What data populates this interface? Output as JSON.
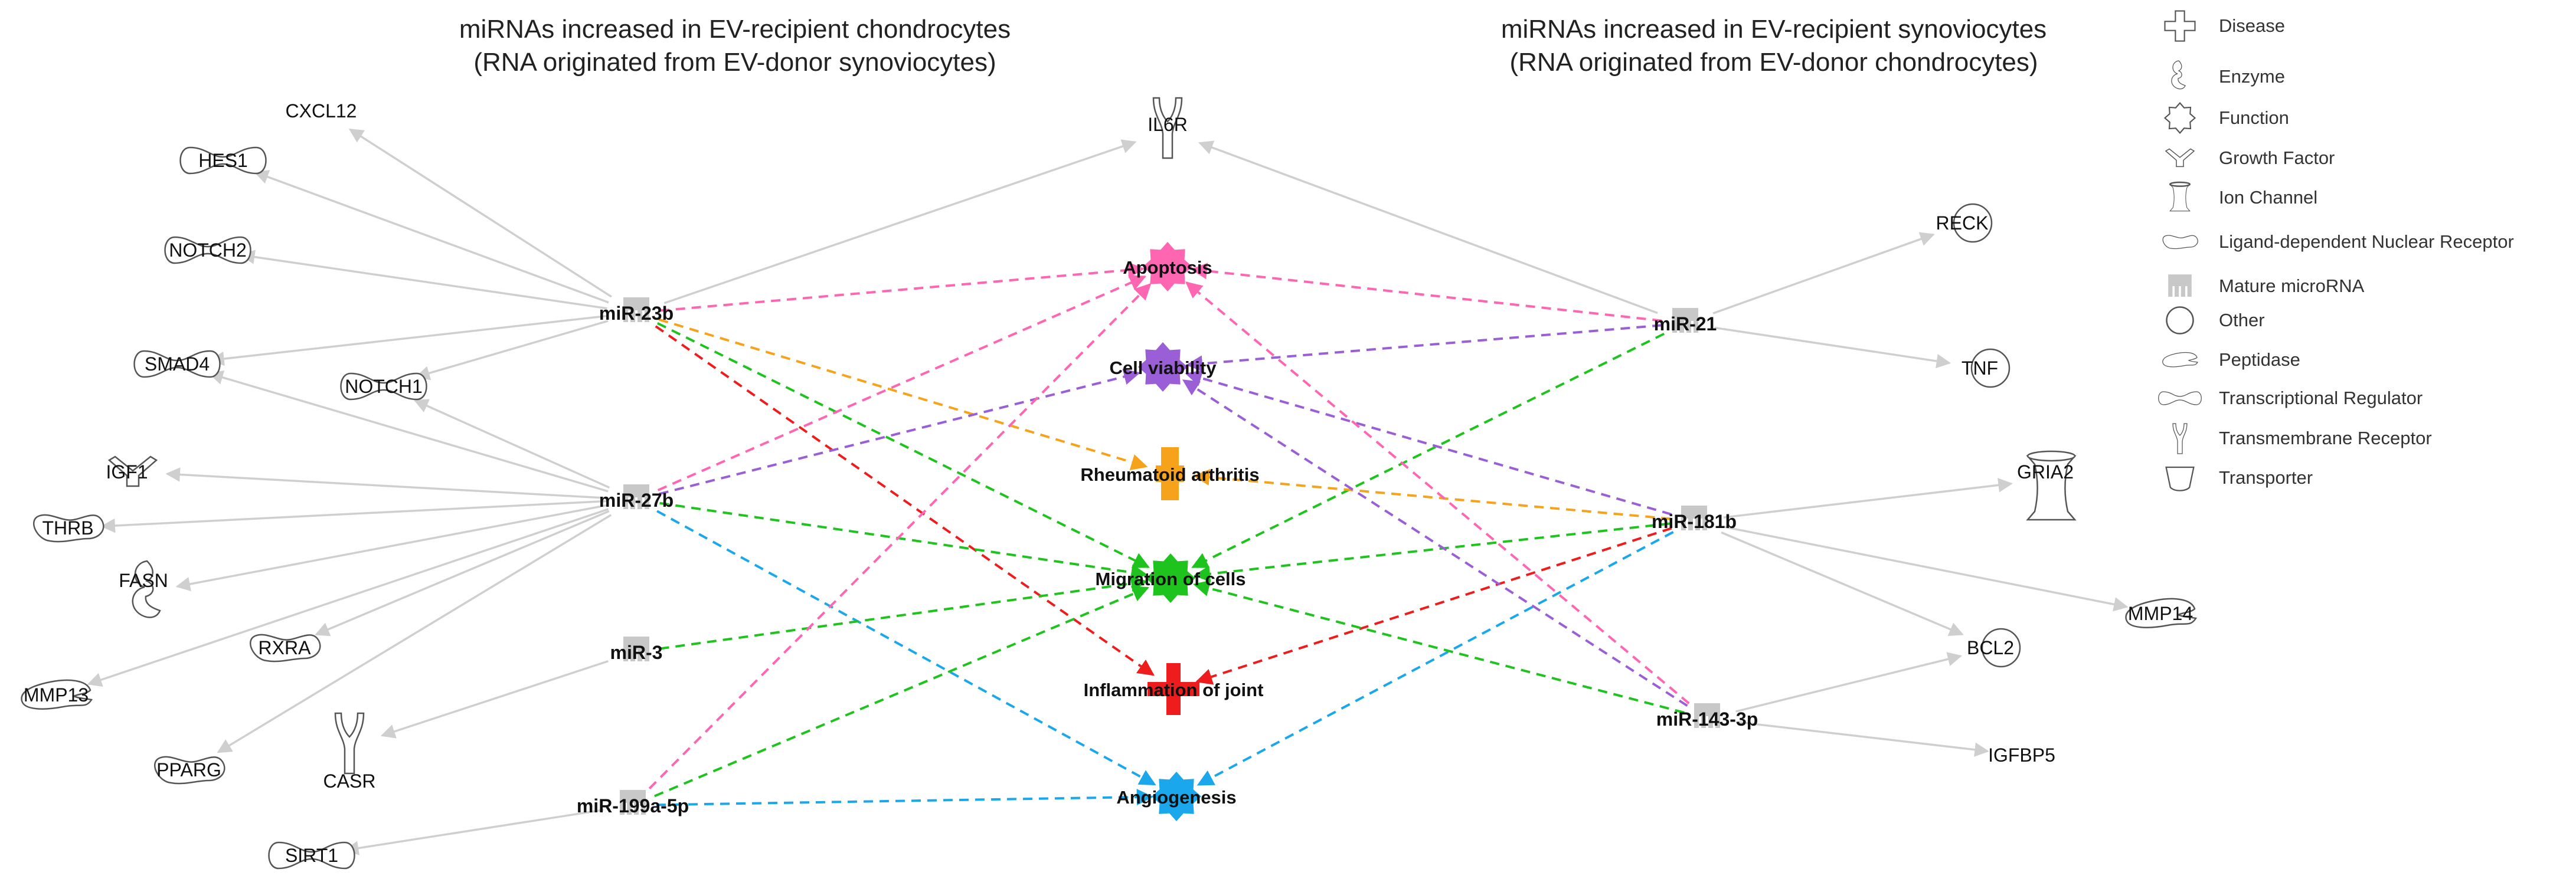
{
  "headers": {
    "left_line1": "miRNAs increased in EV-recipient chondrocytes",
    "left_line2": "(RNA originated from EV-donor synoviocytes)",
    "right_line1": "miRNAs increased in EV-recipient synoviocytes",
    "right_line2": "(RNA originated from EV-donor chondrocytes)"
  },
  "legend": [
    {
      "label": "Disease",
      "icon": "disease-icon"
    },
    {
      "label": "Enzyme",
      "icon": "enzyme-icon"
    },
    {
      "label": "Function",
      "icon": "function-icon"
    },
    {
      "label": "Growth Factor",
      "icon": "growth-factor-icon"
    },
    {
      "label": "Ion Channel",
      "icon": "ion-channel-icon"
    },
    {
      "label": "Ligand-dependent Nuclear Receptor",
      "icon": "ligand-dependent-nuclear-receptor-icon"
    },
    {
      "label": "Mature microRNA",
      "icon": "mature-microrna-icon"
    },
    {
      "label": "Other",
      "icon": "other-icon"
    },
    {
      "label": "Peptidase",
      "icon": "peptidase-icon"
    },
    {
      "label": "Transcriptional Regulator",
      "icon": "transcriptional-regulator-icon"
    },
    {
      "label": "Transmembrane Receptor",
      "icon": "transmembrane-receptor-icon"
    },
    {
      "label": "Transporter",
      "icon": "transporter-icon"
    }
  ],
  "colors": {
    "gray": "#cfcfcf",
    "apoptosis": "#ff66b2",
    "cell_viability": "#9a5fd6",
    "rheumatoid_arthritis": "#f7a21b",
    "migration_of_cells": "#1ec31e",
    "inflammation_of_joint": "#ee1c1c",
    "angiogenesis": "#1aa7ec",
    "mirna_icon": "#c8c8c8"
  },
  "mirnas": [
    {
      "id": "miR-23b",
      "label": "miR-23b"
    },
    {
      "id": "miR-27b",
      "label": "miR-27b"
    },
    {
      "id": "miR-3",
      "label": "miR-3"
    },
    {
      "id": "miR-199a-5p",
      "label": "miR-199a-5p"
    },
    {
      "id": "miR-21",
      "label": "miR-21"
    },
    {
      "id": "miR-181b",
      "label": "miR-181b"
    },
    {
      "id": "miR-143-3p",
      "label": "miR-143-3p"
    }
  ],
  "functions": [
    {
      "id": "apoptosis",
      "label": "Apoptosis",
      "type": "function",
      "color_key": "apoptosis"
    },
    {
      "id": "cell-viability",
      "label": "Cell viability",
      "type": "function",
      "color_key": "cell_viability"
    },
    {
      "id": "rheumatoid-arthritis",
      "label": "Rheumatoid arthritis",
      "type": "disease",
      "color_key": "rheumatoid_arthritis"
    },
    {
      "id": "migration-of-cells",
      "label": "Migration of cells",
      "type": "function",
      "color_key": "migration_of_cells"
    },
    {
      "id": "inflammation-of-joint",
      "label": "Inflammation of joint",
      "type": "disease",
      "color_key": "inflammation_of_joint"
    },
    {
      "id": "angiogenesis",
      "label": "Angiogenesis",
      "type": "function",
      "color_key": "angiogenesis"
    }
  ],
  "genes": [
    {
      "id": "CXCL12",
      "label": "CXCL12",
      "type": "other-text"
    },
    {
      "id": "HES1",
      "label": "HES1",
      "type": "transcriptional-regulator"
    },
    {
      "id": "NOTCH2",
      "label": "NOTCH2",
      "type": "transcriptional-regulator"
    },
    {
      "id": "SMAD4",
      "label": "SMAD4",
      "type": "transcriptional-regulator"
    },
    {
      "id": "NOTCH1",
      "label": "NOTCH1",
      "type": "transcriptional-regulator"
    },
    {
      "id": "IGF1",
      "label": "IGF1",
      "type": "growth-factor"
    },
    {
      "id": "THRB",
      "label": "THRB",
      "type": "ligand-dependent-nuclear-receptor"
    },
    {
      "id": "FASN",
      "label": "FASN",
      "type": "enzyme"
    },
    {
      "id": "MMP13",
      "label": "MMP13",
      "type": "peptidase"
    },
    {
      "id": "RXRA",
      "label": "RXRA",
      "type": "ligand-dependent-nuclear-receptor"
    },
    {
      "id": "PPARG",
      "label": "PPARG",
      "type": "ligand-dependent-nuclear-receptor"
    },
    {
      "id": "CASR",
      "label": "CASR",
      "type": "transmembrane-receptor"
    },
    {
      "id": "SIRT1",
      "label": "SIRT1",
      "type": "transcriptional-regulator"
    },
    {
      "id": "IL6R",
      "label": "IL6R",
      "type": "transmembrane-receptor"
    },
    {
      "id": "RECK",
      "label": "RECK",
      "type": "other"
    },
    {
      "id": "TNF",
      "label": "TNF",
      "type": "other"
    },
    {
      "id": "GRIA2",
      "label": "GRIA2",
      "type": "ion-channel"
    },
    {
      "id": "MMP14",
      "label": "MMP14",
      "type": "peptidase"
    },
    {
      "id": "BCL2",
      "label": "BCL2",
      "type": "other"
    },
    {
      "id": "IGFBP5",
      "label": "IGFBP5",
      "type": "other-text"
    }
  ],
  "gene_edges": [
    [
      "miR-23b",
      "CXCL12"
    ],
    [
      "miR-23b",
      "HES1"
    ],
    [
      "miR-23b",
      "NOTCH2"
    ],
    [
      "miR-23b",
      "SMAD4"
    ],
    [
      "miR-23b",
      "NOTCH1"
    ],
    [
      "miR-23b",
      "IL6R"
    ],
    [
      "miR-27b",
      "SMAD4"
    ],
    [
      "miR-27b",
      "NOTCH1"
    ],
    [
      "miR-27b",
      "IGF1"
    ],
    [
      "miR-27b",
      "THRB"
    ],
    [
      "miR-27b",
      "FASN"
    ],
    [
      "miR-27b",
      "MMP13"
    ],
    [
      "miR-27b",
      "RXRA"
    ],
    [
      "miR-27b",
      "PPARG"
    ],
    [
      "miR-3",
      "CASR"
    ],
    [
      "miR-199a-5p",
      "SIRT1"
    ],
    [
      "miR-21",
      "IL6R"
    ],
    [
      "miR-21",
      "RECK"
    ],
    [
      "miR-21",
      "TNF"
    ],
    [
      "miR-181b",
      "GRIA2"
    ],
    [
      "miR-181b",
      "MMP14"
    ],
    [
      "miR-181b",
      "BCL2"
    ],
    [
      "miR-143-3p",
      "BCL2"
    ],
    [
      "miR-143-3p",
      "IGFBP5"
    ]
  ],
  "function_edges": [
    [
      "miR-23b",
      "apoptosis"
    ],
    [
      "miR-23b",
      "rheumatoid-arthritis"
    ],
    [
      "miR-23b",
      "migration-of-cells"
    ],
    [
      "miR-23b",
      "inflammation-of-joint"
    ],
    [
      "miR-27b",
      "apoptosis"
    ],
    [
      "miR-27b",
      "cell-viability"
    ],
    [
      "miR-27b",
      "migration-of-cells"
    ],
    [
      "miR-27b",
      "angiogenesis"
    ],
    [
      "miR-3",
      "migration-of-cells"
    ],
    [
      "miR-199a-5p",
      "apoptosis"
    ],
    [
      "miR-199a-5p",
      "migration-of-cells"
    ],
    [
      "miR-199a-5p",
      "angiogenesis"
    ],
    [
      "miR-21",
      "apoptosis"
    ],
    [
      "miR-21",
      "cell-viability"
    ],
    [
      "miR-21",
      "migration-of-cells"
    ],
    [
      "miR-181b",
      "cell-viability"
    ],
    [
      "miR-181b",
      "rheumatoid-arthritis"
    ],
    [
      "miR-181b",
      "migration-of-cells"
    ],
    [
      "miR-181b",
      "inflammation-of-joint"
    ],
    [
      "miR-181b",
      "angiogenesis"
    ],
    [
      "miR-143-3p",
      "apoptosis"
    ],
    [
      "miR-143-3p",
      "cell-viability"
    ],
    [
      "miR-143-3p",
      "migration-of-cells"
    ]
  ]
}
